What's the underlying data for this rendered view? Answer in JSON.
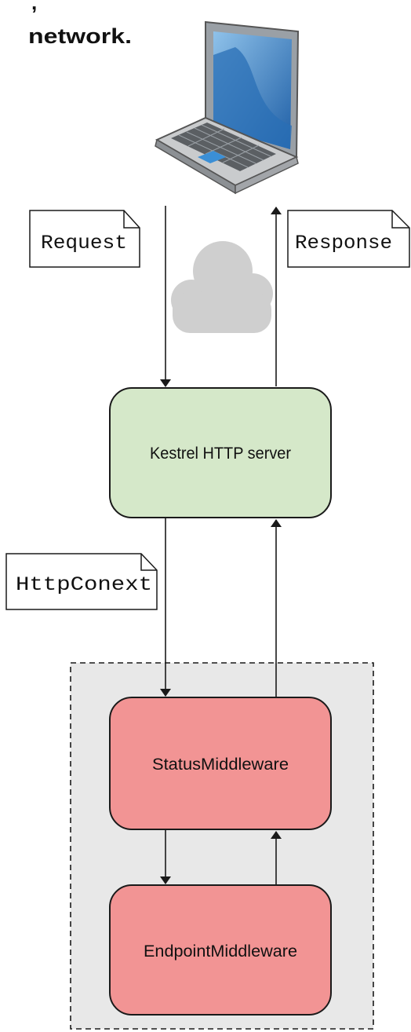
{
  "caption": {
    "fragment_top": ",",
    "text": "network."
  },
  "notes": {
    "request": "Request",
    "response": "Response",
    "httpcontext": "HttpConext"
  },
  "boxes": {
    "kestrel": "Kestrel HTTP server",
    "status": "StatusMiddleware",
    "endpoint": "EndpointMiddleware"
  },
  "colors": {
    "kestrel_fill": "#d5e8c9",
    "middleware_fill": "#f29494",
    "pipeline_fill": "#e8e8e8",
    "cloud_fill": "#cfcfcf",
    "screen_blue": "#2a6fb5",
    "screen_light": "#6aa8dc",
    "stroke": "#1a1a1a"
  },
  "icons": {
    "laptop": "laptop-icon",
    "cloud": "cloud-icon"
  }
}
